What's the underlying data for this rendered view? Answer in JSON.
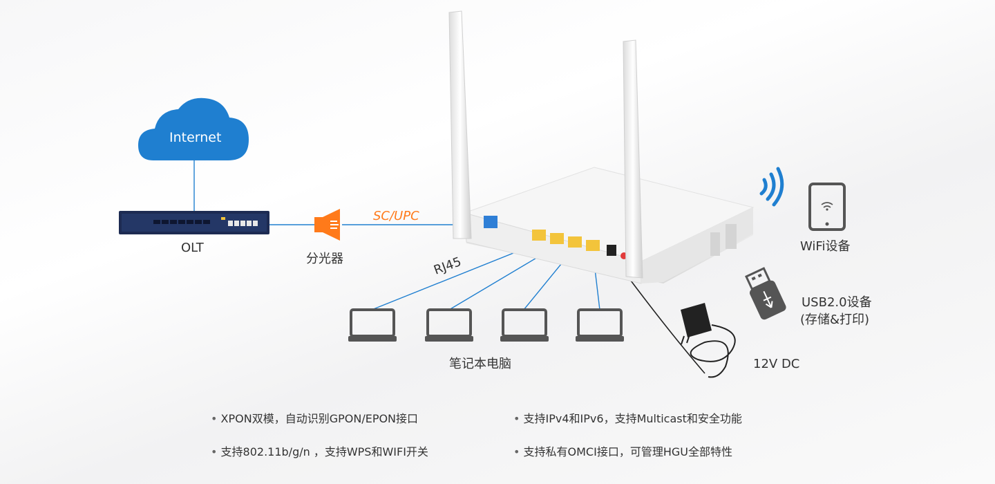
{
  "cloud": {
    "label": "Internet",
    "color": "#1f7fd0"
  },
  "olt": {
    "label": "OLT"
  },
  "splitter": {
    "label": "分光器",
    "color": "#ff7a1a"
  },
  "fiber": {
    "label": "SC/UPC",
    "color": "#ff7a1a"
  },
  "rj45": {
    "label": "RJ45"
  },
  "laptops": {
    "label": "笔记本电脑",
    "count_shown": 4
  },
  "wifi_device": {
    "label": "WiFi设备",
    "signal_color": "#1f7fd0"
  },
  "usb_device": {
    "label_line1": "USB2.0设备",
    "label_line2": "(存储&打印)"
  },
  "power": {
    "label": "12V DC"
  },
  "features": {
    "left": [
      "XPON双模，自动识别GPON/EPON接口",
      "支持802.11b/g/n ，支持WPS和WIFI开关"
    ],
    "right": [
      "支持IPv4和IPv6，支持Multicast和安全功能",
      "支持私有OMCI接口，可管理HGU全部特性"
    ]
  },
  "colors": {
    "line_blue": "#1f7fd0",
    "port_yellow": "#f3c43b",
    "device_gray": "#555555"
  }
}
